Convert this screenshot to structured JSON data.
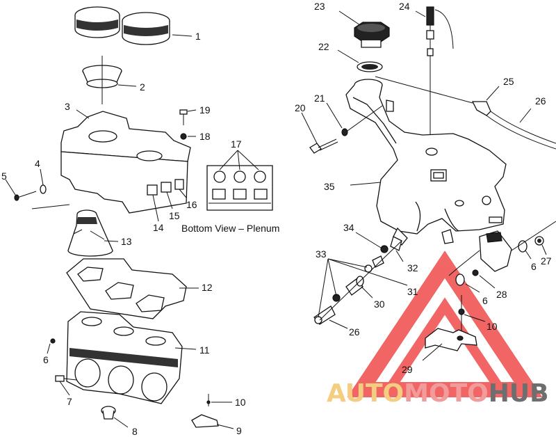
{
  "caption": "Bottom View – Plenum",
  "watermark": {
    "parts": [
      "AUTO",
      "MOTO",
      "HUB"
    ],
    "colors": [
      "#f4c56a",
      "#f08a8a",
      "#555555"
    ],
    "triangle_color": "#ef4b4b"
  },
  "callouts": {
    "c1": "1",
    "c2": "2",
    "c3": "3",
    "c4": "4",
    "c5": "5",
    "c6a": "6",
    "c6b": "6",
    "c6c": "6",
    "c7": "7",
    "c8": "8",
    "c9": "9",
    "c10a": "10",
    "c10b": "10",
    "c11": "11",
    "c12": "12",
    "c13": "13",
    "c14": "14",
    "c15": "15",
    "c16": "16",
    "c17": "17",
    "c18": "18",
    "c19": "19",
    "c20": "20",
    "c21": "21",
    "c22": "22",
    "c23": "23",
    "c24": "24",
    "c25": "25",
    "c26a": "26",
    "c26b": "26",
    "c27": "27",
    "c28": "28",
    "c29": "29",
    "c30": "30",
    "c31": "31",
    "c32": "32",
    "c33": "33",
    "c34": "34",
    "c35": "35"
  }
}
